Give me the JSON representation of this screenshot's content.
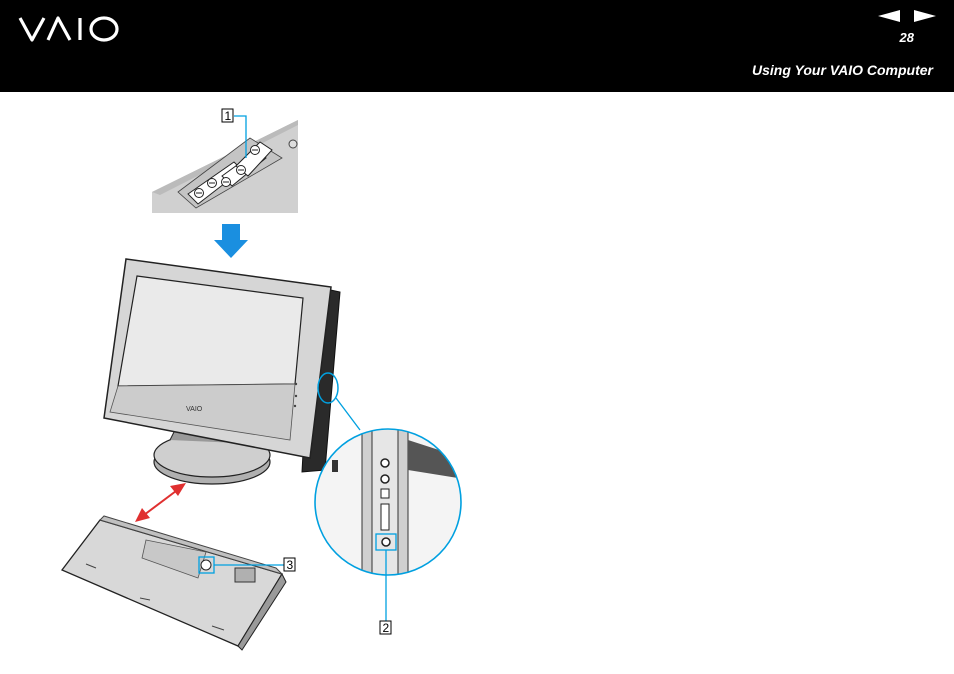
{
  "header": {
    "logo_text": "VAIO",
    "page_number": "28",
    "section_title": "Using Your VAIO Computer",
    "prev_icon": "left-triangle-arrow",
    "next_icon": "right-triangle-arrow"
  },
  "figure": {
    "callouts": [
      {
        "id": "callout-1",
        "label": "1"
      },
      {
        "id": "callout-2",
        "label": "2"
      },
      {
        "id": "callout-3",
        "label": "3"
      }
    ],
    "accent_color": "#00a0e0",
    "arrow_color": "#e03030"
  }
}
